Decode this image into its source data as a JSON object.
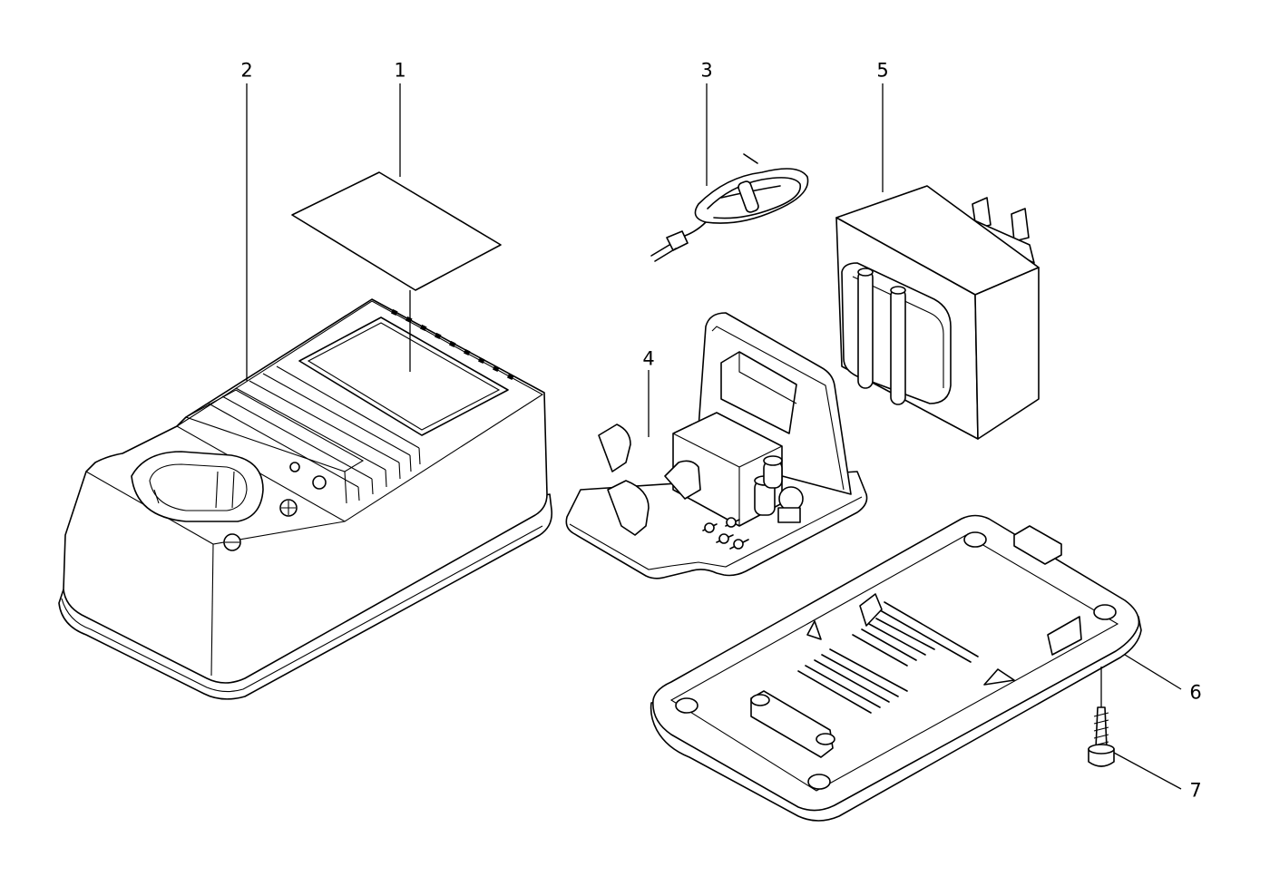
{
  "diagram": {
    "parts": [
      {
        "id": "label",
        "number": "1"
      },
      {
        "id": "housing",
        "number": "2"
      },
      {
        "id": "cord",
        "number": "3"
      },
      {
        "id": "pcb",
        "number": "4"
      },
      {
        "id": "transformer",
        "number": "5"
      },
      {
        "id": "base",
        "number": "6"
      },
      {
        "id": "screw",
        "number": "7"
      }
    ]
  }
}
